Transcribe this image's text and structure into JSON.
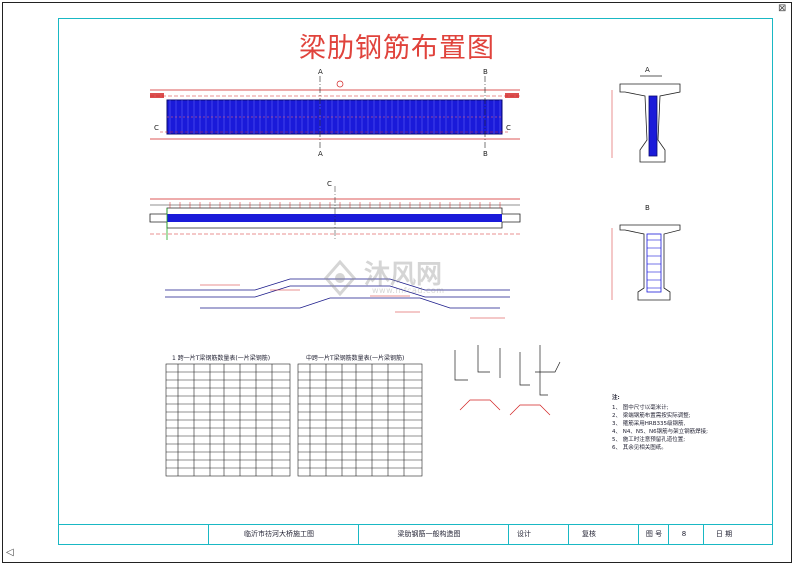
{
  "drawing": {
    "title": "梁肋钢筋布置图",
    "section_marks": [
      "A",
      "A",
      "B",
      "B",
      "C",
      "C",
      "A",
      "B"
    ],
    "left_table_title": "1 跨一片T梁钢筋数量表(一片梁钢筋)",
    "right_table_title": "中跨一片T梁钢筋数量表(一片梁钢筋)",
    "notes_heading": "注:",
    "notes": [
      "1、 图中尺寸以毫米计;",
      "2、 梁端钢筋布置需按实际调整;",
      "3、 箍筋采用HRB335级钢筋,",
      "4、 N4、N5、N6钢筋与架立钢筋焊接;",
      "5、 施工时注意预留孔道位置;",
      "6、 其余见相关图纸。"
    ]
  },
  "title_block": {
    "project": "临沂市祊河大桥施工图",
    "sheet_name": "梁肋钢筋一般构造图",
    "design_label": "设计",
    "review_label": "复核",
    "drawing_no_label": "图 号",
    "drawing_no": "8",
    "date_label": "日 期"
  },
  "watermark": {
    "text": "沐风网",
    "url": "www.mfcad.com"
  },
  "colors": {
    "frame": "#19b8c4",
    "title": "#e0433c",
    "rebar_fill": "#1a1ad9",
    "dimension": "#d22222",
    "line": "#1a1a8a"
  }
}
